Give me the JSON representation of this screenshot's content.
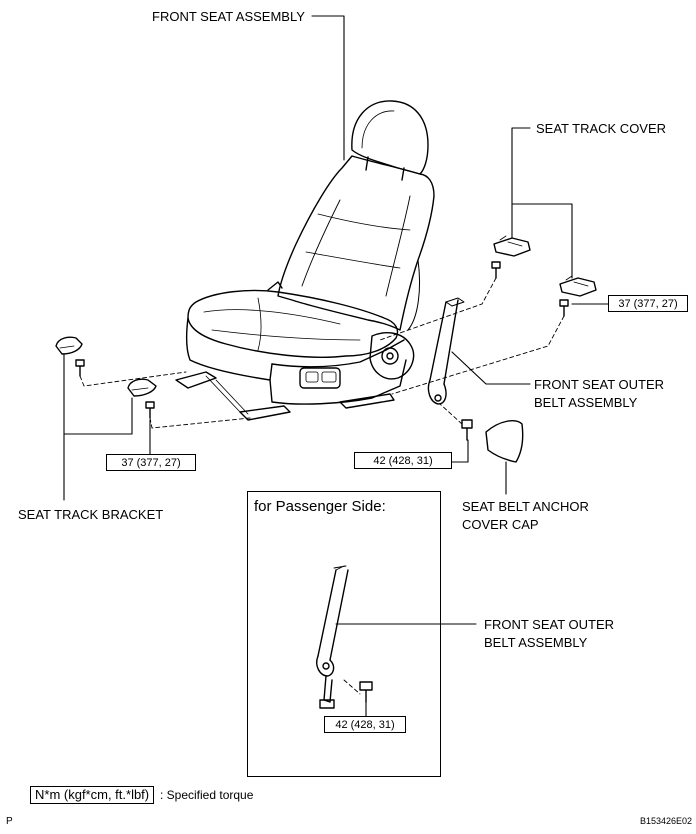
{
  "labels": {
    "front_seat_assembly": "FRONT SEAT ASSEMBLY",
    "seat_track_cover": "SEAT TRACK COVER",
    "front_seat_outer_belt_line1": "FRONT SEAT OUTER",
    "front_seat_outer_belt_line2": "BELT ASSEMBLY",
    "seat_belt_anchor_cover_line1": "SEAT BELT ANCHOR",
    "seat_belt_anchor_cover_line2": "COVER CAP",
    "seat_track_bracket": "SEAT TRACK BRACKET"
  },
  "torque": {
    "bracket_bolt": "37 (377, 27)",
    "cover_bolt": "37 (377, 27)",
    "anchor_bolt": "42 (428, 31)",
    "passenger_anchor_bolt": "42 (428, 31)"
  },
  "passenger_panel": {
    "title": "for Passenger Side:",
    "belt_line1": "FRONT SEAT OUTER",
    "belt_line2": "BELT ASSEMBLY"
  },
  "legend": {
    "unit_box": "N*m (kgf*cm, ft.*lbf)",
    "description": ": Specified torque"
  },
  "footer": {
    "left_mark": "P",
    "figure_code": "B153426E02"
  }
}
